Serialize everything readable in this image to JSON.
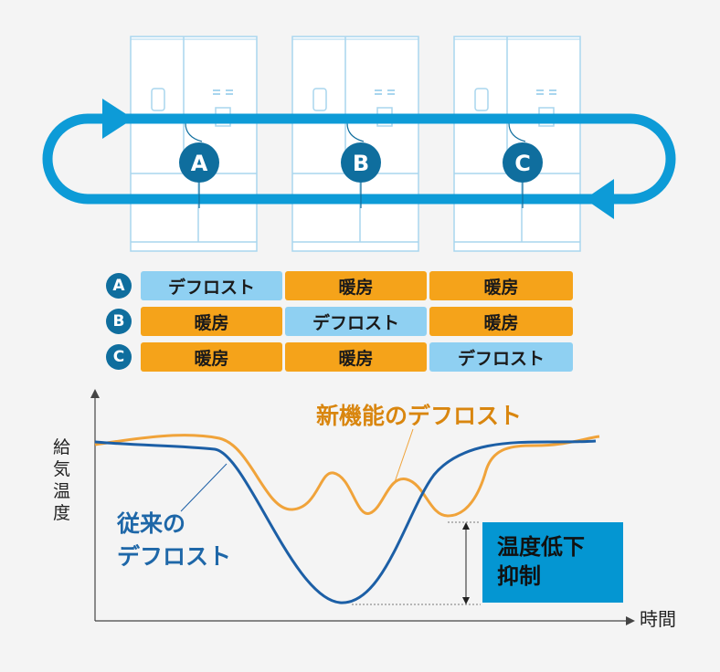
{
  "fridges": [
    {
      "badge": "A"
    },
    {
      "badge": "B"
    },
    {
      "badge": "C"
    }
  ],
  "schedule": {
    "rows": [
      {
        "badge": "A",
        "cells": [
          "デフロスト",
          "暖房",
          "暖房"
        ]
      },
      {
        "badge": "B",
        "cells": [
          "暖房",
          "デフロスト",
          "暖房"
        ]
      },
      {
        "badge": "C",
        "cells": [
          "暖房",
          "暖房",
          "デフロスト"
        ]
      }
    ],
    "defrost_label": "デフロスト"
  },
  "graph": {
    "y_label": "給気温度",
    "x_label": "時間",
    "new_label": "新機能のデフロスト",
    "old_label_line1": "従来の",
    "old_label_line2": "デフロスト",
    "suppress_line1": "温度低下",
    "suppress_line2": "抑制"
  },
  "colors": {
    "loop": "#0d9bd7",
    "defrost": "#8fd0f2",
    "heat": "#f5a31a",
    "badge": "#0f6e9e",
    "new_curve": "#f0a33a",
    "old_curve": "#1c5fa6",
    "suppress_box": "#0496d2"
  }
}
